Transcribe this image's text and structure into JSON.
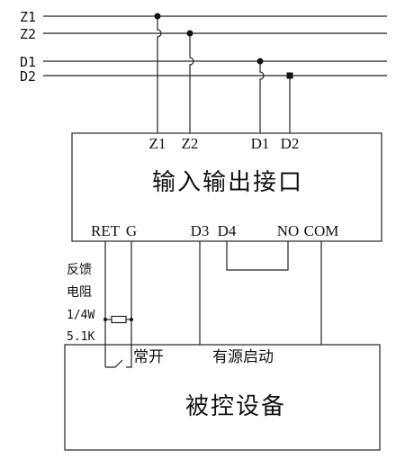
{
  "bus_lines": [
    {
      "label": "Z1"
    },
    {
      "label": "Z2"
    },
    {
      "label": "D1"
    },
    {
      "label": "D2"
    }
  ],
  "io_module": {
    "title": "输入输出接口",
    "top_pins": [
      "Z1",
      "Z2",
      "D1",
      "D2"
    ],
    "bottom_pins": [
      "RET",
      "G",
      "D3",
      "D4",
      "NO",
      "COM"
    ]
  },
  "feedback_resistor": {
    "lines": [
      "反馈",
      "电阻",
      "1/4W",
      "5.1K"
    ]
  },
  "controlled_device": {
    "title": "被控设备",
    "normally_open": "常开",
    "active_start": "有源启动"
  }
}
